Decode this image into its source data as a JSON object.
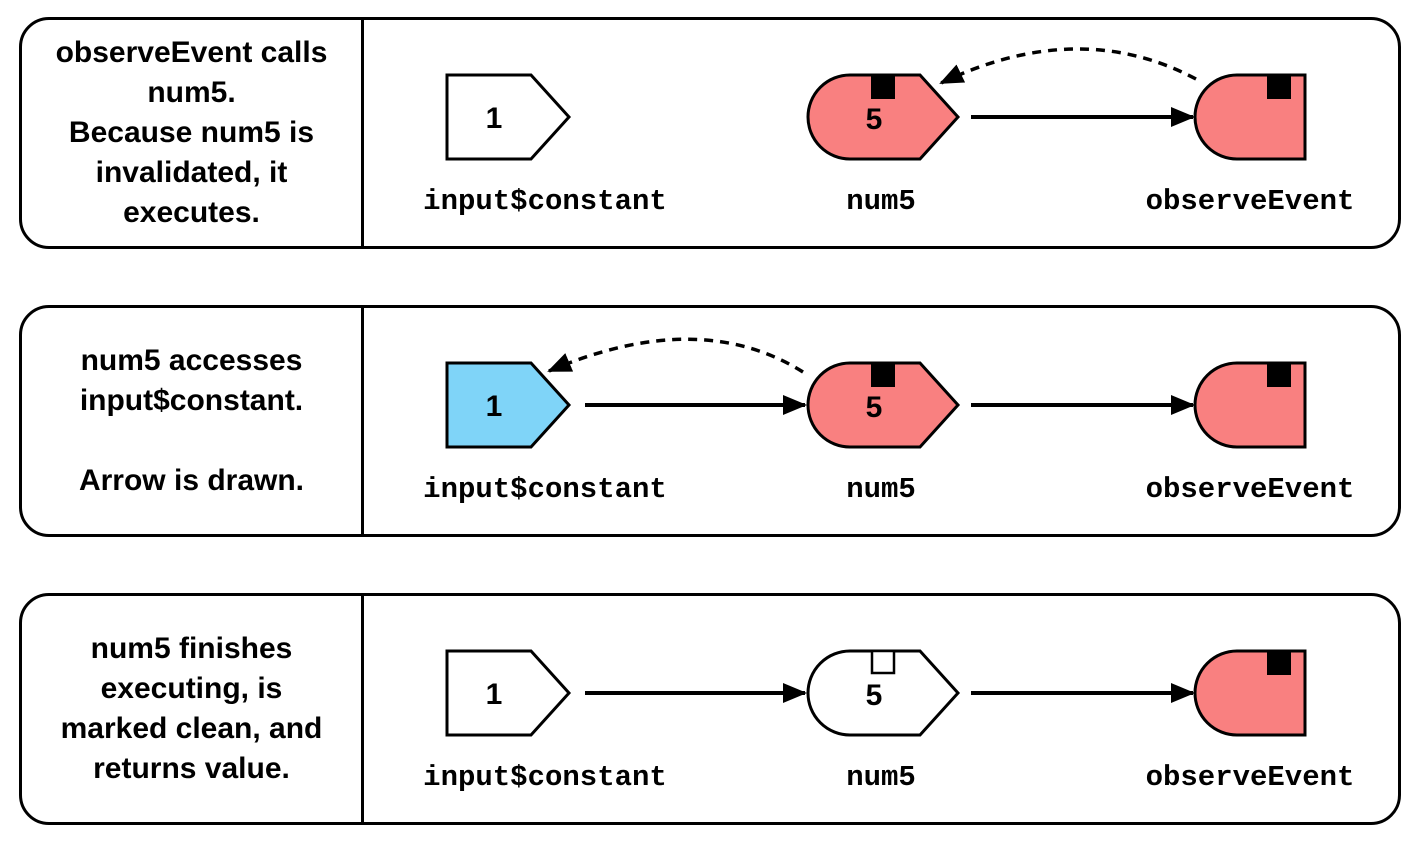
{
  "colors": {
    "invalidated": "#f98080",
    "active_input": "#7fd4f8",
    "clean": "#ffffff",
    "outline": "#000000"
  },
  "steps": [
    {
      "caption": [
        "observeEvent calls",
        "num5.",
        "Because num5 is",
        "invalidated, it",
        "executes."
      ],
      "nodes": {
        "input": {
          "label": "input$constant",
          "value": "1",
          "state": "clean"
        },
        "num5": {
          "label": "num5",
          "value": "5",
          "state": "invalidated",
          "flag": "filled"
        },
        "observer": {
          "label": "observeEvent",
          "state": "invalidated",
          "flag": "filled"
        }
      },
      "arrows": {
        "input_to_num5": false,
        "num5_to_observer": true
      },
      "dashed_call": "observer-to-num5"
    },
    {
      "caption": [
        "num5 accesses",
        "input$constant.",
        "",
        "Arrow is drawn."
      ],
      "nodes": {
        "input": {
          "label": "input$constant",
          "value": "1",
          "state": "active_input"
        },
        "num5": {
          "label": "num5",
          "value": "5",
          "state": "invalidated",
          "flag": "filled"
        },
        "observer": {
          "label": "observeEvent",
          "state": "invalidated",
          "flag": "filled"
        }
      },
      "arrows": {
        "input_to_num5": true,
        "num5_to_observer": true
      },
      "dashed_call": "num5-to-input"
    },
    {
      "caption": [
        "num5 finishes",
        "executing, is",
        "marked clean, and",
        "returns value."
      ],
      "nodes": {
        "input": {
          "label": "input$constant",
          "value": "1",
          "state": "clean"
        },
        "num5": {
          "label": "num5",
          "value": "5",
          "state": "clean",
          "flag": "hollow"
        },
        "observer": {
          "label": "observeEvent",
          "state": "invalidated",
          "flag": "filled"
        }
      },
      "arrows": {
        "input_to_num5": true,
        "num5_to_observer": true
      },
      "dashed_call": "none"
    }
  ]
}
